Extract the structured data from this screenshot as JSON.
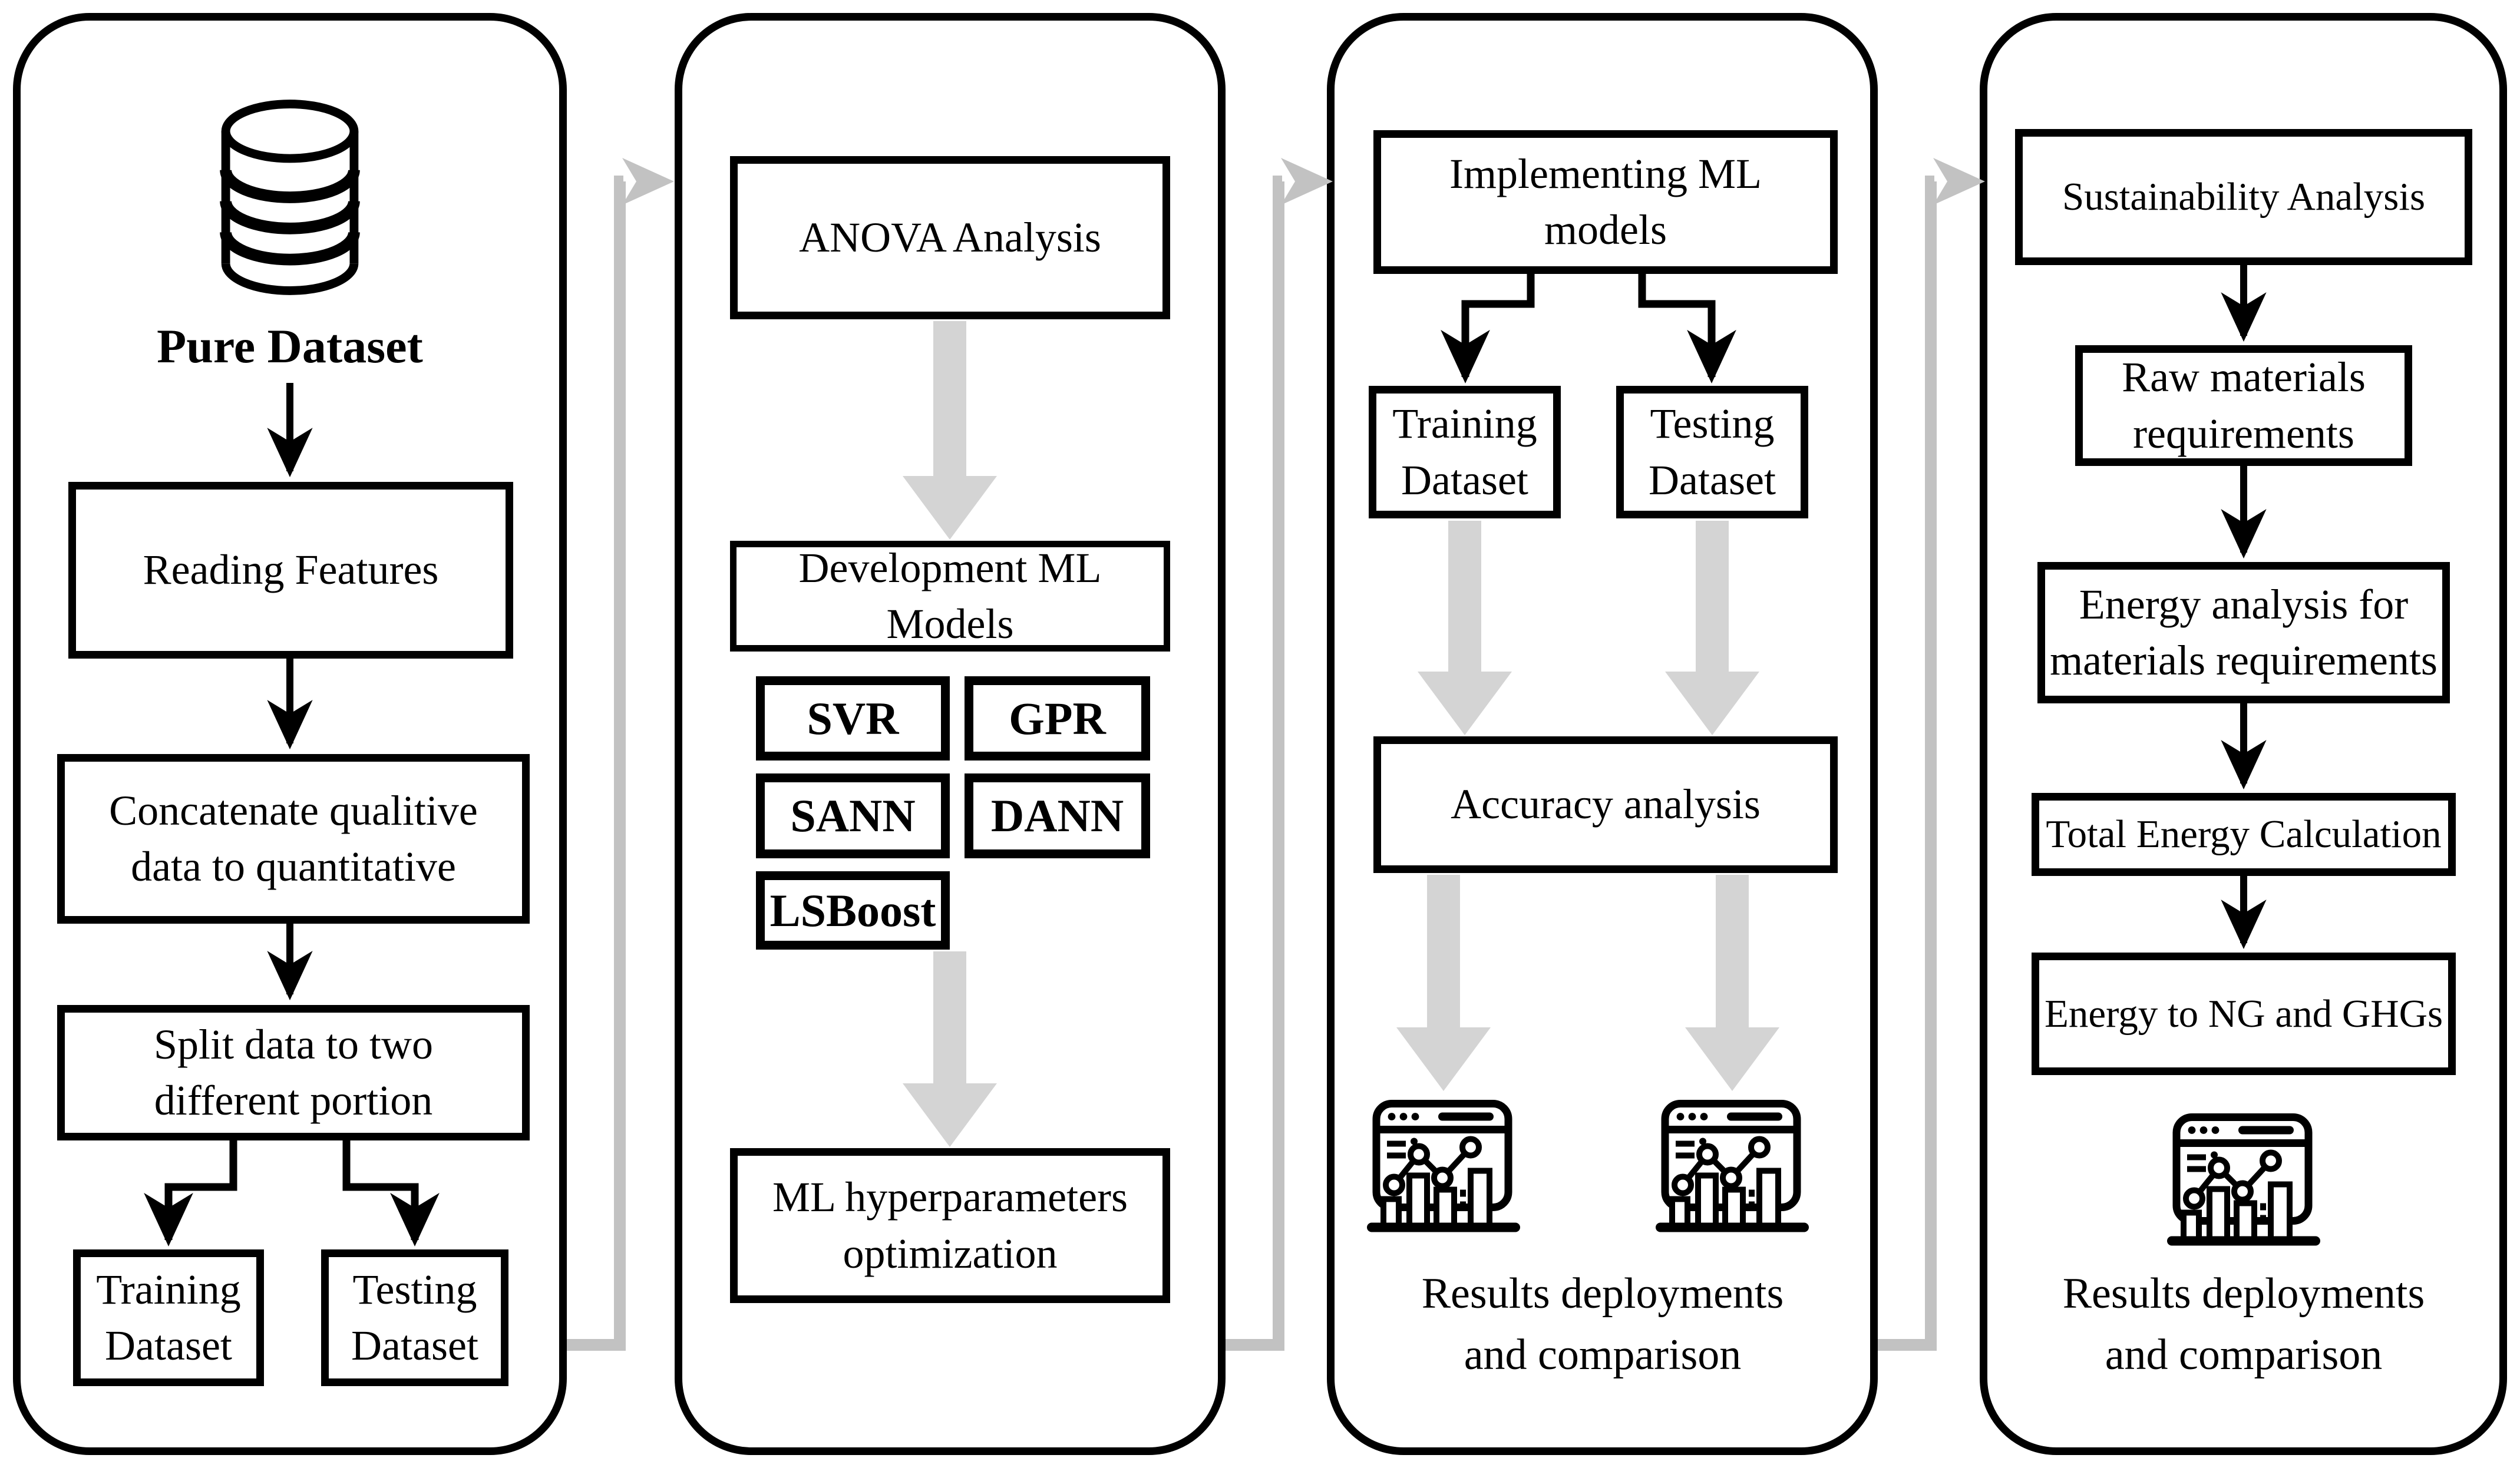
{
  "figure": {
    "type": "flowchart",
    "background": "#ffffff",
    "stroke_color": "#000000",
    "thick_arrow_color": "#d4d4d4",
    "connector_color": "#c2c2c2",
    "icons": [
      "database-icon",
      "dashboard-chart-icon"
    ]
  },
  "panels": [
    {
      "name": "dataset-preparation",
      "icon": "database-icon",
      "pure_dataset": "Pure Dataset",
      "reading_features": "Reading Features",
      "concatenate": "Concatenate qualitive\ndata to quantitative",
      "split": "Split data to two\ndifferent portion",
      "training_dataset": "Training\nDataset",
      "testing_dataset": "Testing\nDataset"
    },
    {
      "name": "ml-development",
      "anova": "ANOVA Analysis",
      "development": "Development ML\nModels",
      "models": [
        "SVR",
        "GPR",
        "SANN",
        "DANN",
        "LSBoost"
      ],
      "optimization": "ML hyperparameters\noptimization"
    },
    {
      "name": "ml-implementation",
      "icon": "dashboard-chart-icon",
      "implementing": "Implementing ML\nmodels",
      "training_dataset": "Training\nDataset",
      "testing_dataset": "Testing\nDataset",
      "accuracy": "Accuracy analysis",
      "results": "Results deployments\nand comparison"
    },
    {
      "name": "sustainability-analysis",
      "icon": "dashboard-chart-icon",
      "sustainability": "Sustainability Analysis",
      "raw_materials": "Raw materials\nrequirements",
      "energy_analysis": "Energy analysis for\nmaterials requirements",
      "total_energy": "Total Energy Calculation",
      "energy_ng": "Energy to NG and GHGs",
      "results": "Results deployments\nand comparison"
    }
  ]
}
